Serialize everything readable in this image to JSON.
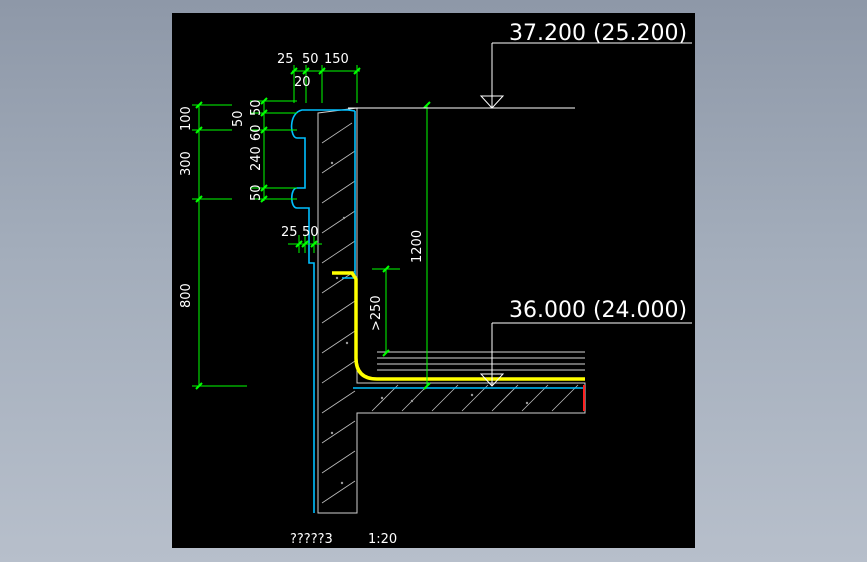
{
  "elevations": {
    "top": "37.200 (25.200)",
    "floor": "36.000 (24.000)"
  },
  "dims": {
    "top_25": "25",
    "top_50": "50",
    "top_150": "150",
    "top_20": "20",
    "left_100": "100",
    "left_300": "300",
    "left_800": "800",
    "inner_50a": "50",
    "inner_60": "60",
    "inner_50b": "50",
    "inner_240": "240",
    "inner_50c": "50",
    "mid_25": "25",
    "mid_50": "50",
    "height_1200": "1200",
    "upturn_250": ">250"
  },
  "caption": {
    "title": "?????3",
    "scale": "1:20"
  },
  "colors": {
    "dimension": "#00ff00",
    "outline": "#00bfff",
    "membrane": "#ffff00",
    "edge": "#ff2020",
    "text": "#ffffff"
  }
}
